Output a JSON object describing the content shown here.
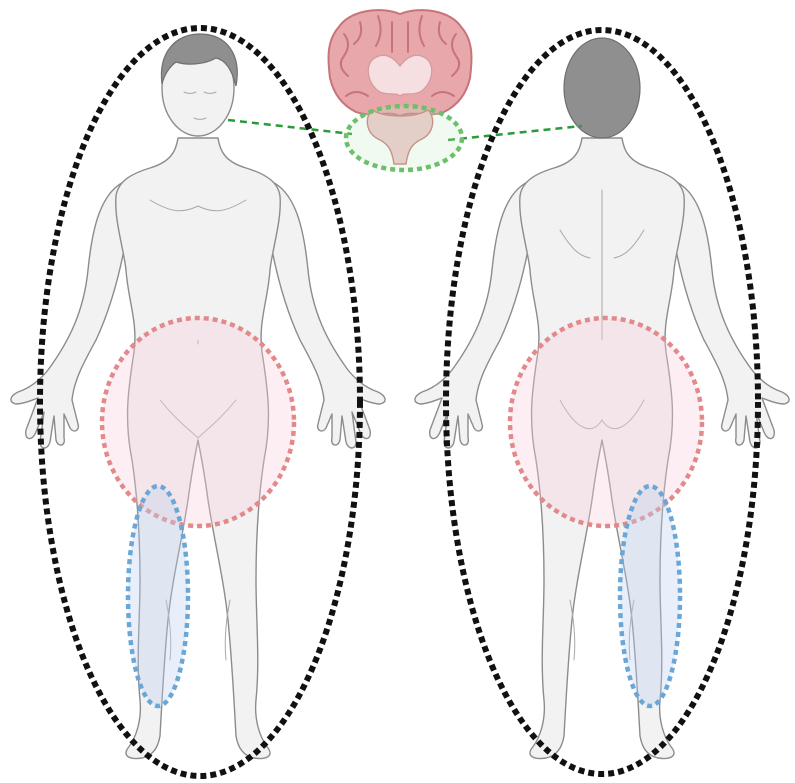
{
  "figure": {
    "views": [
      "front",
      "back"
    ],
    "regions": [
      {
        "name": "whole-body",
        "color": "#111111"
      },
      {
        "name": "pelvis-hip",
        "color": "#e28a8a"
      },
      {
        "name": "lower-leg",
        "color": "#6aa7d6"
      },
      {
        "name": "brainstem-cerebellum",
        "color": "#6cc06c"
      }
    ],
    "connector_color": "#2a9a3a",
    "brain_color": "#e7a7ab"
  }
}
